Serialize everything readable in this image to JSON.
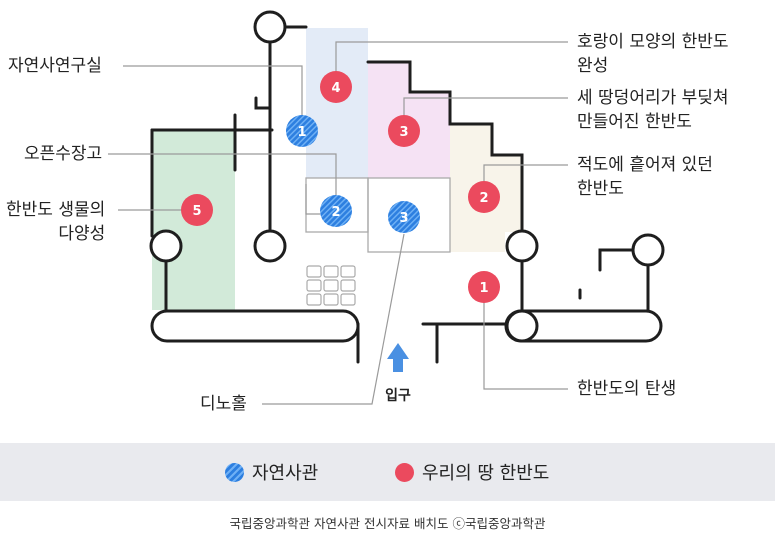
{
  "colors": {
    "nature_marker": "#2d7fe0",
    "land_marker": "#eb4a5e",
    "zone_4": "#e3ebf7",
    "zone_3": "#f5e2f4",
    "zone_2": "#f8f4ea",
    "zone_5": "#d2ead9",
    "wall": "#1e1e1e",
    "entrance_arrow": "#4a90e2"
  },
  "labels": {
    "lab": "자연사연구실",
    "open_storage": "오픈수장고",
    "bio_diversity": "한반도 생물의\n다양성",
    "tiger_shape": "호랑이 모양의 한반도\n완성",
    "lands_collide": "세 땅덩어리가 부딪쳐\n만들어진 한반도",
    "scattered": "적도에 흩어져 있던\n한반도",
    "birth": "한반도의 탄생",
    "dino_hall": "디노홀",
    "entrance": "입구"
  },
  "markers": {
    "nature": [
      "1",
      "2",
      "3"
    ],
    "land": [
      "1",
      "2",
      "3",
      "4",
      "5"
    ]
  },
  "legend": {
    "nature": "자연사관",
    "land": "우리의 땅 한반도"
  },
  "caption": "국립중앙과학관 자연사관 전시자료 배치도 ⓒ국립중앙과학관"
}
